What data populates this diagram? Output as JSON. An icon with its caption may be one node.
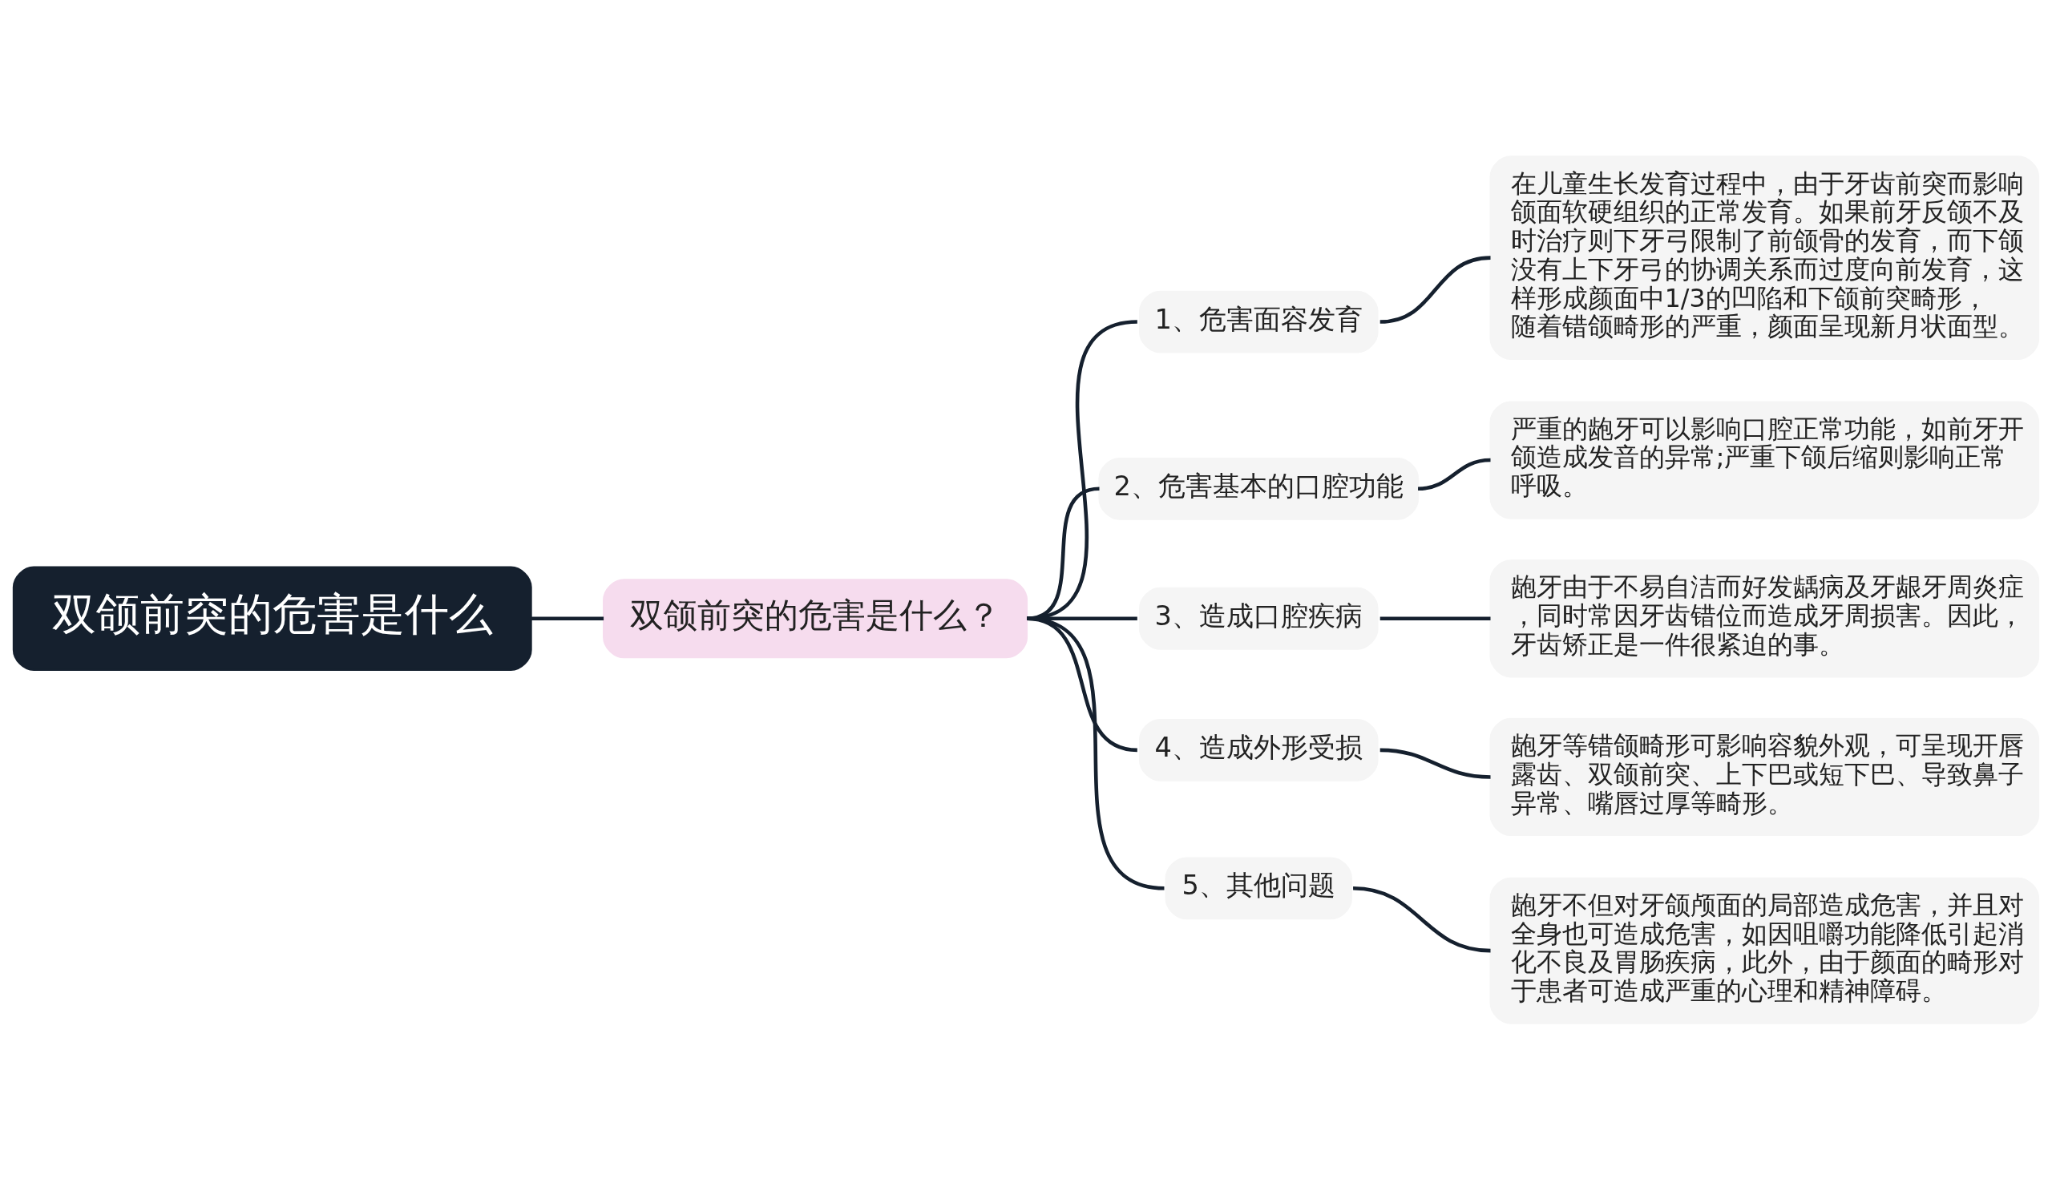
{
  "diagram": {
    "nodes": [
      {
        "text": [
          "双颌前突的危害是什么"
        ]
      },
      {
        "text": [
          "双颌前突的危害是什么？"
        ]
      },
      {
        "text": [
          "1、危害面容发育"
        ]
      },
      {
        "text": [
          "在儿童生长发育过程中，由于牙齿前突而影响颌面软硬组织的正常发育。如果前牙反颌不及时治疗则下牙弓限制了前颌骨的发育，而下颌没有上下牙弓的协调关系而过度向前发育，这样形成颜面中1/3的凹陷和下颌前突畸形，随着错颌畸形的严重，颜面呈现新月状面型。"
        ]
      },
      {
        "text": [
          "2、危害基本的口腔功能"
        ]
      },
      {
        "text": [
          "严重的龅牙可以影响口腔正常功能，如前牙开颌造成发音的异常;严重下颌后缩则影响正常呼吸。"
        ]
      },
      {
        "text": [
          "3、造成口腔疾病"
        ]
      },
      {
        "text": [
          "龅牙由于不易自洁而好发龋病及牙龈牙周炎症，同时常因牙齿错位而造成牙周损害。因此，牙齿矫正是一件很紧迫的事。"
        ]
      },
      {
        "text": [
          "4、造成外形受损"
        ]
      },
      {
        "text": [
          "龅牙等错颌畸形可影响容貌外观，可呈现开唇露齿、双颌前突、上下巴或短下巴、导致鼻子异常、嘴唇过厚等畸形。"
        ]
      },
      {
        "text": [
          "5、其他问题"
        ]
      },
      {
        "text": [
          "龅牙不但对牙颌颅面的局部造成危害，并且对全身也可造成危害，如因咀嚼功能降低引起消化不良及胃肠疾病，此外，由于颜面的畸形对于患者可造成严重的心理和精神障碍。"
        ]
      }
    ],
    "edges": [
      {
        "from": 0,
        "to": 1,
        "arrow": "none"
      },
      {
        "from": 1,
        "to": 2,
        "arrow": "none"
      },
      {
        "from": 2,
        "to": 3,
        "arrow": "none"
      },
      {
        "from": 1,
        "to": 4,
        "arrow": "none"
      },
      {
        "from": 4,
        "to": 5,
        "arrow": "none"
      },
      {
        "from": 1,
        "to": 6,
        "arrow": "none"
      },
      {
        "from": 6,
        "to": 7,
        "arrow": "none"
      },
      {
        "from": 1,
        "to": 8,
        "arrow": "none"
      },
      {
        "from": 8,
        "to": 9,
        "arrow": "none"
      },
      {
        "from": 1,
        "to": 10,
        "arrow": "none"
      },
      {
        "from": 10,
        "to": 11,
        "arrow": "none"
      }
    ]
  }
}
